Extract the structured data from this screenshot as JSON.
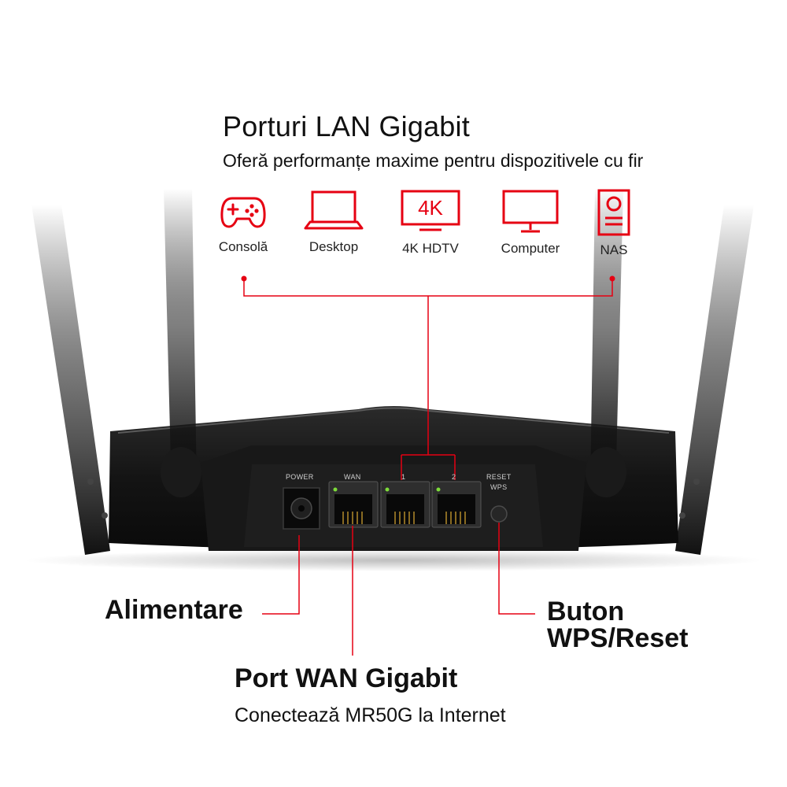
{
  "lan": {
    "title": "Porturi LAN Gigabit",
    "subtitle": "Oferă performanțe maxime pentru dispozitivele cu fir"
  },
  "devices": [
    {
      "icon": "gamepad-icon",
      "label": "Consolă"
    },
    {
      "icon": "laptop-icon",
      "label": "Desktop"
    },
    {
      "icon": "tv-4k-icon",
      "label": "4K HDTV",
      "icon_text": "4K"
    },
    {
      "icon": "monitor-icon",
      "label": "Computer"
    },
    {
      "icon": "nas-icon",
      "label": "NAS"
    }
  ],
  "router": {
    "power_label": "POWER",
    "wan_label": "WAN",
    "lan1_label": "1",
    "lan2_label": "2",
    "reset_label": "RESET",
    "wps_label": "WPS"
  },
  "callouts": {
    "power": "Alimentare",
    "wps_line1": "Buton",
    "wps_line2": "WPS/Reset",
    "wan_title": "Port WAN Gigabit",
    "wan_subtitle": "Conectează MR50G la Internet"
  },
  "colors": {
    "accent": "#e60012",
    "text": "#111111",
    "router_body": "#141414",
    "port_led": "#7ddc3a"
  }
}
